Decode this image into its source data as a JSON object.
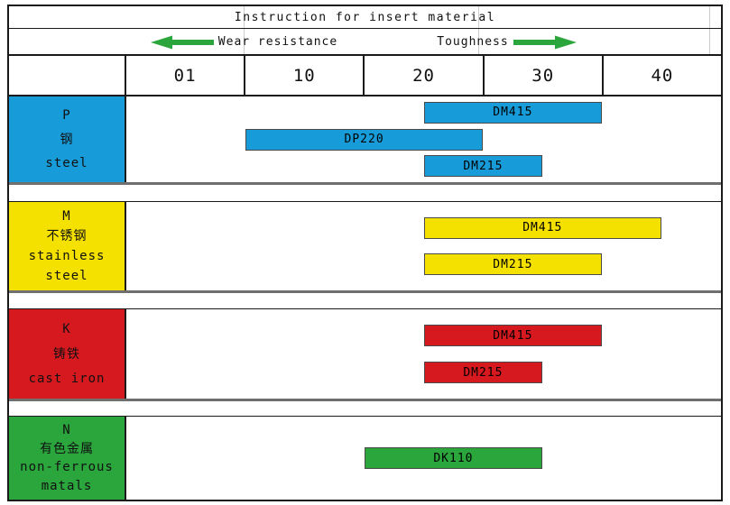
{
  "title": "Instruction for insert material",
  "colors": {
    "arrow_green": "#2BA63D",
    "grid_black": "#1a1a1a",
    "grid_gray": "#6f6f6f"
  },
  "direction_labels": {
    "left": "Wear resistance",
    "right": "Toughness"
  },
  "chart_data": {
    "type": "bar",
    "subtype": "horizontal-range-gantt",
    "title": "Instruction for insert material",
    "x_ticks": [
      "01",
      "10",
      "20",
      "30",
      "40"
    ],
    "x_tick_values": [
      1,
      10,
      20,
      30,
      40
    ],
    "x_axis_note_left": "Wear resistance",
    "x_axis_note_right": "Toughness",
    "legend_position": "none",
    "grid": false,
    "groups": [
      {
        "code": "P",
        "label_lines": [
          "P",
          "钢",
          "steel"
        ],
        "color": "#189CD9",
        "bars": [
          {
            "label": "DM415",
            "start": 20,
            "end": 35
          },
          {
            "label": "DP220",
            "start": 5.5,
            "end": 25
          },
          {
            "label": "DM215",
            "start": 20,
            "end": 30
          }
        ]
      },
      {
        "code": "M",
        "label_lines": [
          "M",
          "不锈钢",
          "stainless",
          "steel"
        ],
        "color": "#F5E100",
        "bars": [
          {
            "label": "DM415",
            "start": 20,
            "end": 40
          },
          {
            "label": "DM215",
            "start": 20,
            "end": 35
          }
        ]
      },
      {
        "code": "K",
        "label_lines": [
          "K",
          "铸铁",
          "cast iron"
        ],
        "color": "#D6191F",
        "bars": [
          {
            "label": "DM415",
            "start": 20,
            "end": 35
          },
          {
            "label": "DM215",
            "start": 20,
            "end": 30
          }
        ]
      },
      {
        "code": "N",
        "label_lines": [
          "N",
          "有色金属",
          "non-ferrous",
          "matals"
        ],
        "color": "#2BA63D",
        "bars": [
          {
            "label": "DK110",
            "start": 15,
            "end": 30
          }
        ]
      }
    ]
  }
}
